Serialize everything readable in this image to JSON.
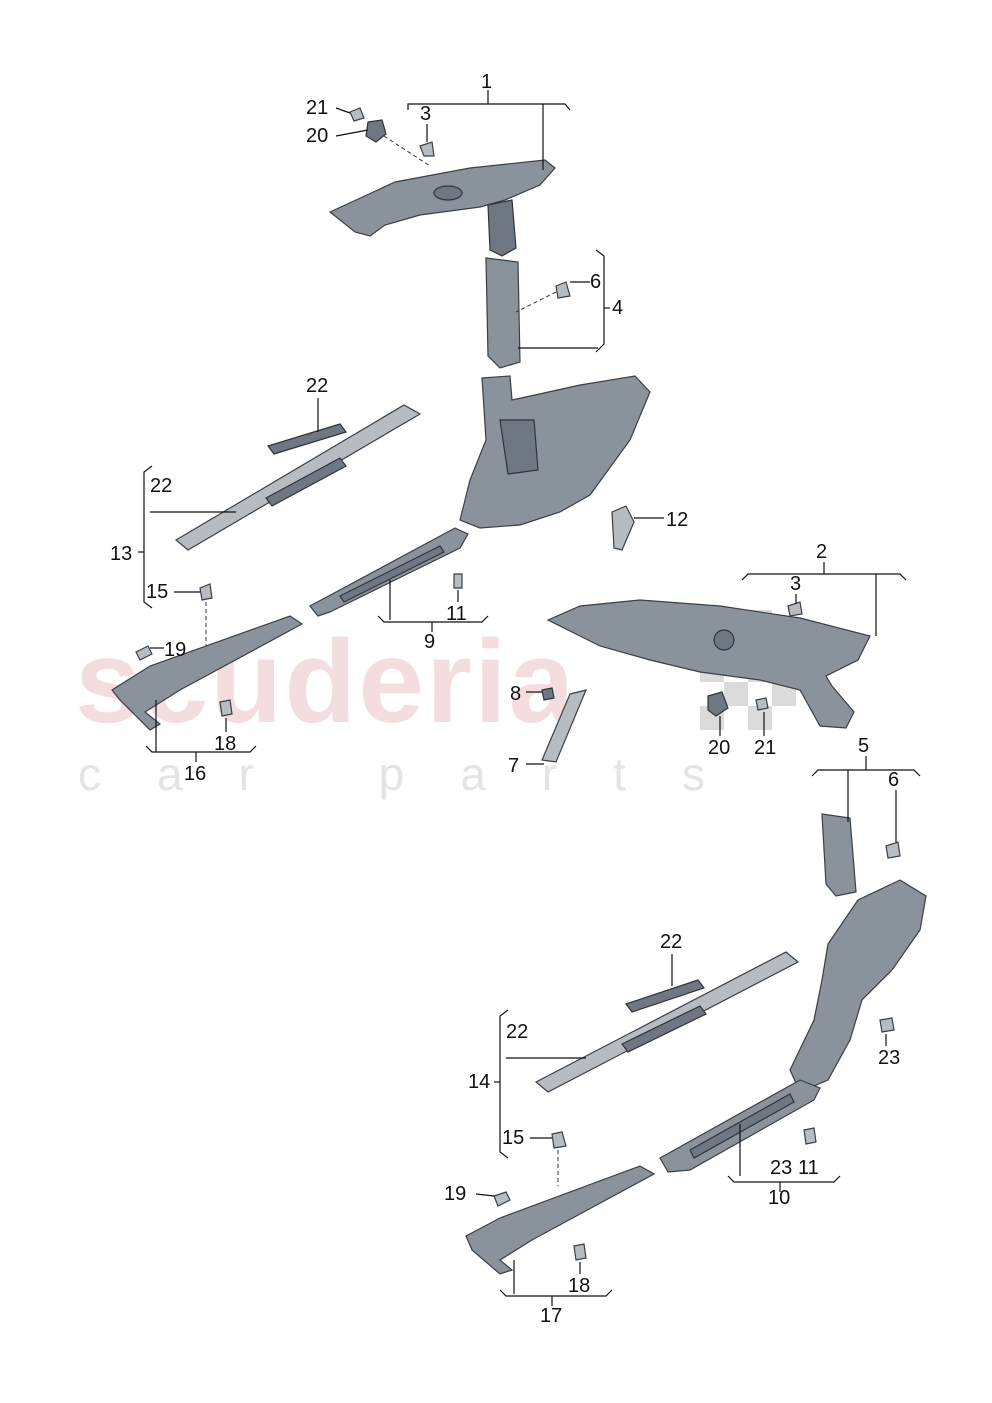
{
  "watermark": {
    "brand": "scuderia",
    "tagline": "car parts"
  },
  "callouts": {
    "c1": "1",
    "c2": "2",
    "c3a": "3",
    "c3b": "3",
    "c4": "4",
    "c5": "5",
    "c6a": "6",
    "c6b": "6",
    "c7": "7",
    "c8": "8",
    "c9": "9",
    "c10": "10",
    "c11a": "11",
    "c11b": "11",
    "c12": "12",
    "c13": "13",
    "c14": "14",
    "c15a": "15",
    "c15b": "15",
    "c16": "16",
    "c17": "17",
    "c18a": "18",
    "c18b": "18",
    "c19a": "19",
    "c19b": "19",
    "c20a": "20",
    "c20b": "20",
    "c21a": "21",
    "c21b": "21",
    "c22a": "22",
    "c22b": "22",
    "c22c": "22",
    "c22d": "22",
    "c23a": "23",
    "c23b": "23"
  },
  "colors": {
    "part_fill": "#8a929c",
    "watermark_red": "#e8b4b8"
  }
}
